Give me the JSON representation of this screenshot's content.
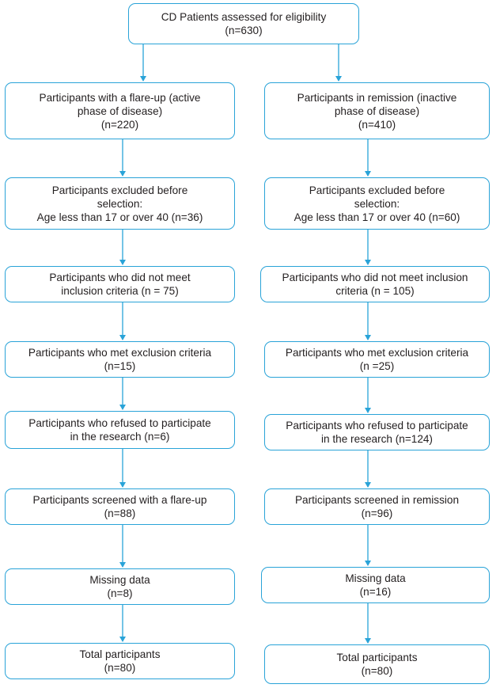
{
  "diagram": {
    "root": {
      "lines": [
        "CD Patients assessed for eligibility",
        "(n=630)"
      ]
    },
    "left": [
      {
        "id": "flare",
        "lines": [
          "Participants with a flare-up (active",
          "phase of disease)",
          "(n=220)"
        ]
      },
      {
        "id": "excl-age",
        "lines": [
          "Participants excluded before",
          "selection:",
          "Age less than 17 or over 40 (n=36)"
        ]
      },
      {
        "id": "not-incl",
        "lines": [
          "Participants who did not meet",
          "inclusion criteria (n = 75)"
        ]
      },
      {
        "id": "met-excl",
        "lines": [
          "Participants who met exclusion criteria",
          "(n=15)"
        ]
      },
      {
        "id": "refused",
        "lines": [
          "Participants who refused to participate",
          "in the research (n=6)"
        ]
      },
      {
        "id": "screened",
        "lines": [
          "Participants screened with a flare-up",
          "(n=88)"
        ]
      },
      {
        "id": "missing",
        "lines": [
          "Missing data",
          "(n=8)"
        ]
      },
      {
        "id": "total",
        "lines": [
          "Total participants",
          "(n=80)"
        ]
      }
    ],
    "right": [
      {
        "id": "remission",
        "lines": [
          "Participants in remission (inactive",
          "phase of disease)",
          "(n=410)"
        ]
      },
      {
        "id": "excl-age",
        "lines": [
          "Participants excluded before",
          "selection:",
          "Age less than 17 or over 40 (n=60)"
        ]
      },
      {
        "id": "not-incl",
        "lines": [
          "Participants who did not meet inclusion",
          "criteria (n = 105)"
        ]
      },
      {
        "id": "met-excl",
        "lines": [
          "Participants who met exclusion criteria",
          "(n =25)"
        ]
      },
      {
        "id": "refused",
        "lines": [
          "Participants who refused to participate",
          "in the research (n=124)"
        ]
      },
      {
        "id": "screened",
        "lines": [
          "Participants screened in remission",
          "(n=96)"
        ]
      },
      {
        "id": "missing",
        "lines": [
          "Missing data",
          "(n=16)"
        ]
      },
      {
        "id": "total",
        "lines": [
          "Total participants",
          "(n=80)"
        ]
      }
    ],
    "colors": {
      "border": "#29a3d8",
      "arrow": "#29a3d8",
      "text": "#231f20"
    }
  }
}
